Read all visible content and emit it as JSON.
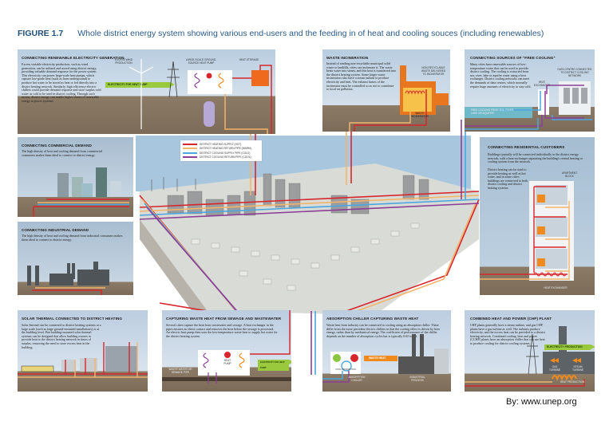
{
  "figure": {
    "number": "FIGURE 1.7",
    "title": "Whole district energy system showing various end-users and the feeding in of heat and cooling souces (including renewables)"
  },
  "colors": {
    "heating_supply": "#d7262c",
    "heating_return": "#f3b46c",
    "cooling_supply": "#4da6de",
    "cooling_return": "#8b3f96"
  },
  "legend": [
    "DISTRICT HEATING SUPPLY (HOT)",
    "DISTRICT HEATING RETURN PIPE (WARM)",
    "DISTRICT COOLING SUPPLY PIPE (COLD)",
    "DISTRICT COOLING RETURN PIPE (COOL)"
  ],
  "panels": {
    "renewable": {
      "heading": "CONNECTING RENEWABLE ELECTRICITY GENERATION",
      "body": "Excess variable electricity production, such as wind generation, can be utilized and stored using district energy, providing valuable demand response for the power system. This electricity can power large-scale heat pumps, which capture low-grade heat (such as from underground) to produce hot water to be stored as heat or fed directly into a district heating network. Similarly, high efficiency electric chillers could provide demand response and store surplus cold water as cold to be used in district cooling. Through such means, district energy can enable higher shares of renewable energy in power systems.",
      "labels": [
        "EXCESS WIND PRODUCTION",
        "LARGE-SCALE GROUND-SOURCE HEAT PUMP",
        "HEAT STORAGE",
        "ELECTRICITY FOR HEAT PUMP"
      ]
    },
    "waste": {
      "heading": "WASTE INCINERATION",
      "body": "Instead of sending non-recyclable municipal solid waste to landfills, cities can incinerate it. The waste heats water into steam, and this heat is transferred into the district heating system. Some larger waste incinerators also have a steam turbine to produce electricity and heat. The exhaust fumes of the incinerator must be controlled so as not to contribute to local air pollution.",
      "labels": [
        "NON-RECYCLABLE WASTE DELIVERED TO INCINERATOR",
        "WASTE INCINERATOR"
      ]
    },
    "free_cooling": {
      "heading": "CONNECTING SOURCES OF \"FREE COOLING\"",
      "body": "Many cities have renewable sources of low-temperature water that can be used to provide district cooling. The cooling is extracted from sea, river, lake or aquifer water using a heat exchanger. District cooling networks can meet the demands of data centres, which normally require huge amounts of electricity to stay cold.",
      "labels": [
        "HEAT EXCHANGER",
        "DATA CENTRE CONNECTED TO DISTRICT COOLING NETWORK",
        "FREE COOLING FROM SEA, RIVER, LAKE OR AQUIFER"
      ]
    },
    "commercial": {
      "heading": "CONNECTING COMMERCIAL DEMAND",
      "body": "The high density of heat and cooling demand from commercial consumers makes them ideal to connect to district energy."
    },
    "industrial": {
      "heading": "CONNECTING INDUSTRIAL DEMAND",
      "body": "The high density of heat and cooling demand from industrial consumers makes them ideal to connect to district energy."
    },
    "residential": {
      "heading": "CONNECTING RESIDENTIAL CUSTOMERS",
      "body": "Buildings typically will be connected individually to the district energy network, with a heat exchanger separating the building's central heating or cooling system from the network.",
      "body2": "District heating can be used to provide heating as well as hot water, and in some cities buildings are connected to both district cooling and district heating systems.",
      "labels": [
        "APARTMENT BLOCK",
        "HEAT EXCHANGER"
      ]
    },
    "solar": {
      "heading": "SOLAR THERMAL CONNECTED TO DISTRICT HEATING",
      "body": "Solar thermal can be connected to district heating systems at a large scale (such as large ground-mounted installations) or at the building level. But building-mounted solar thermal systems can be designed that allow building owners to provide heat to the district heating network in times of surplus, removing the need to store excess heat in the building."
    },
    "sewage": {
      "heading": "CAPTURING WASTE HEAT FROM SEWAGE AND WASTEWATER",
      "body": "Several cities capture the heat from wastewater and sewage. A heat exchanger in the pipes ensures no direct contact and removes the heat before the sewage is processed. An electric heat pump then uses the low-temperature waste heat to supply hot water for the district heating system.",
      "labels": [
        "HEAT PUMP",
        "ELECTRICITY FOR HEAT PUMP",
        "WASTE WATER OR SEWAGE PIPE"
      ]
    },
    "absorption": {
      "heading": "ABSORPTION CHILLER CAPTURING WASTE HEAT",
      "body": "Waste heat from industry can be connected to cooling using an absorption chiller. These differ from the more prevalent electric chillers in that the cooling effect is driven by heat energy, rather than by mechanical energy. The coefficient of performance of the chiller depends on the number of absorption cycles but is typically 0.65 to 1.2.",
      "labels": [
        "WASTE HEAT",
        "COOL PRODUCTION",
        "ABSORPTION CHILLER",
        "INDUSTRIAL PROCESS"
      ]
    },
    "chp": {
      "heading": "COMBINED HEAT AND POWER (CHP) PLANT",
      "body": "CHP plants generally have a steam turbine, and gas CHP plants have a gas turbine as well. The turbines produce electricity, and the excess heat can be provided to a district heating network. Combined cooling, heat and power (CCHP) plants have an absorption chiller that can use heat to produce cooling for district cooling systems.",
      "labels": [
        "ELECTRICITY PRODUCTION",
        "GAS TURBINE",
        "STEAM TURBINE",
        "HEAT PRODUCTION"
      ]
    }
  },
  "credit": "By: www.unep.org"
}
